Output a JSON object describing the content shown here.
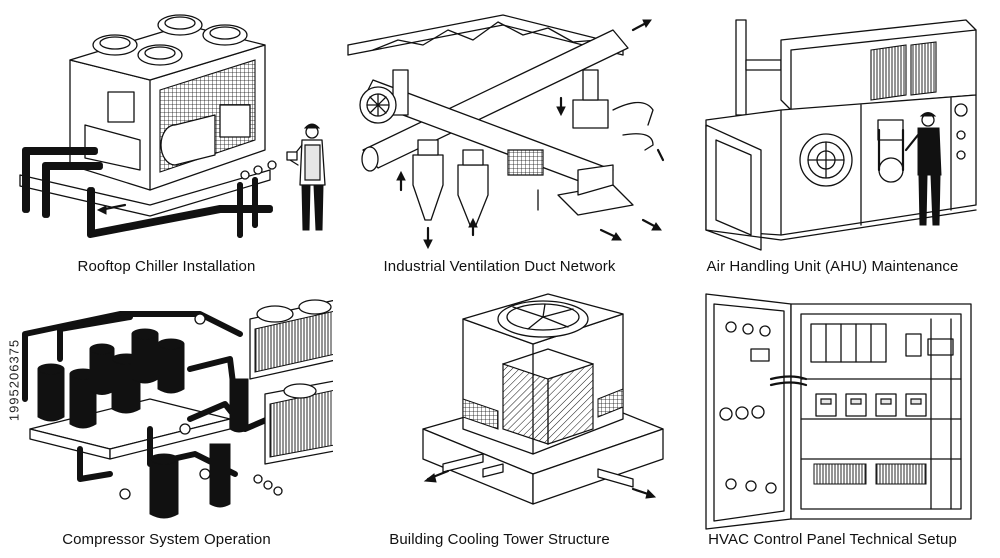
{
  "panels": [
    {
      "id": "chiller",
      "caption": "Rooftop Chiller Installation"
    },
    {
      "id": "ventilation",
      "caption": "Industrial Ventilation Duct Network"
    },
    {
      "id": "ahu",
      "caption": "Air Handling Unit (AHU) Maintenance"
    },
    {
      "id": "compressor",
      "caption": "Compressor System Operation"
    },
    {
      "id": "cooling-tower",
      "caption": "Building Cooling Tower Structure"
    },
    {
      "id": "control-panel",
      "caption": "HVAC Control Panel Technical Setup"
    }
  ],
  "side_id": "1995206375"
}
